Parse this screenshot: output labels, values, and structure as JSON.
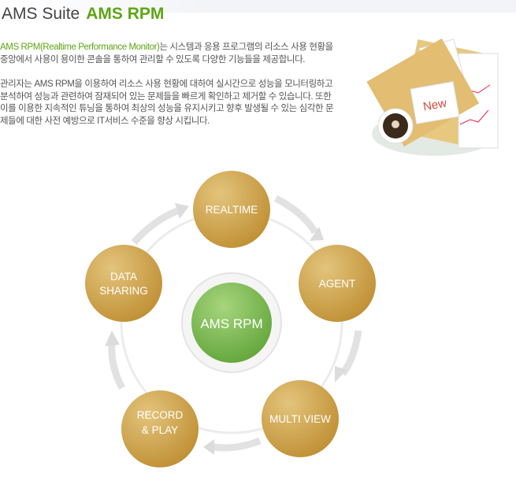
{
  "header": {
    "suite": "AMS Suite",
    "product": "AMS RPM"
  },
  "description": {
    "p1_highlight": "AMS RPM(Realtime Performance Monitor)",
    "p1_rest": "는 시스템과 응용 프로그램의 리소스 사용 현황을 중앙에서 사용이 용이한 콘솔을 통하여 관리할 수 있도록 다양한 기능들을 제공합니다.",
    "p2": "관리자는 AMS RPM을 이용하여 리소스 사용 현황에 대하여 실시간으로 성능을 모니터링하고 분석하여 성능과 관련하여 잠재되어 있는 문제들을 빠르게 확인하고 제거할 수 있습니다. 또한 이를 이용한 지속적인 튜닝을 통하여 최상의 성능을 유지시키고 향후 발생될 수 있는 심각한 문제들에 대한 사전 예방으로 IT서비스 수준을 향상 시킵니다."
  },
  "illustration": {
    "note_label": "New"
  },
  "diagram": {
    "center": "AMS RPM",
    "nodes": [
      {
        "line1": "REALTIME",
        "line2": ""
      },
      {
        "line1": "AGENT",
        "line2": ""
      },
      {
        "line1": "MULTI VIEW",
        "line2": ""
      },
      {
        "line1": "RECORD",
        "line2": "& PLAY"
      },
      {
        "line1": "DATA",
        "line2": "SHARING"
      }
    ]
  },
  "colors": {
    "accent": "#5fa514",
    "node": "#c9a046",
    "center": "#7cbb52"
  }
}
